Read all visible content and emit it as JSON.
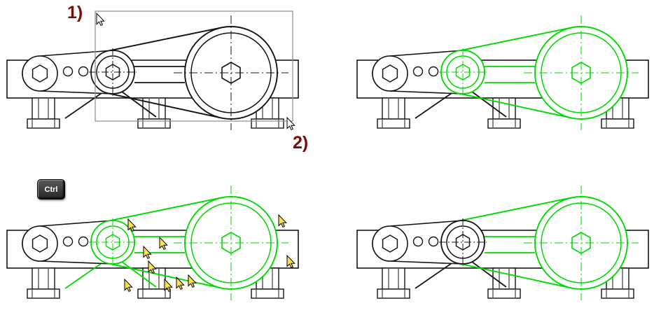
{
  "figure": {
    "background": "#ffffff",
    "annotations": {
      "label_1": "1)",
      "label_2": "2)",
      "ctrl_key": "Ctrl"
    },
    "colors": {
      "line": "#141414",
      "selected": "#00da00",
      "label": "#7a0c0c",
      "selection_box": "#8c8c8c",
      "cursor_yellow": "#ffe14f",
      "cursor_white": "#ffffff",
      "key_text": "#ffffff"
    },
    "panels": [
      {
        "name": "window-selection-drag",
        "selected_groups": []
      },
      {
        "name": "window-selection-result",
        "selected_groups": [
          "small_pulley",
          "large_pulley",
          "belt"
        ]
      },
      {
        "name": "ctrl-click-modify",
        "selected_groups": [
          "small_pulley",
          "large_pulley",
          "belt",
          "belt_extra"
        ]
      },
      {
        "name": "modified-selection-result",
        "selected_groups": [
          "large_pulley",
          "belt"
        ]
      }
    ]
  }
}
